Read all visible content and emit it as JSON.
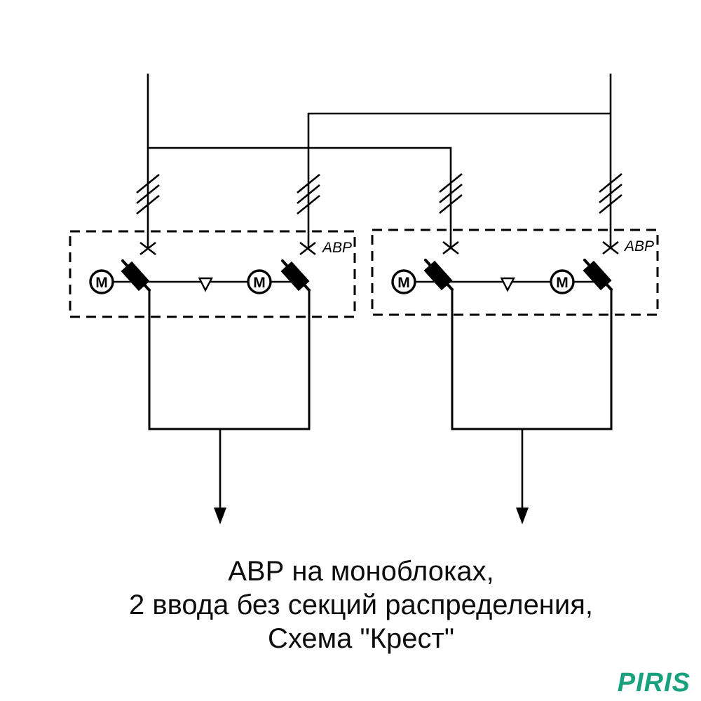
{
  "diagram": {
    "description": "Single-line schematic of automatic transfer switch (ABP) on monoblocks, 2 feeds, cross scheme",
    "units": [
      {
        "label": "АВР",
        "motors": [
          "М",
          "М"
        ]
      },
      {
        "label": "АВР",
        "motors": [
          "М",
          "М"
        ]
      }
    ],
    "icons": {
      "motor_drive": "circled-M",
      "breaker": "filled-diagonal-rect-on-blade",
      "contact": "x-cross",
      "line_break": "triple-slash",
      "section_tap": "open-down-triangle",
      "load_feeder": "down-arrow"
    }
  },
  "caption": {
    "line1": "АВР на моноблоках,",
    "line2": "2 ввода без секций распределения,",
    "line3": "Схема \"Крест\""
  },
  "logo": {
    "text": "PIRIS",
    "color": "#18A17C"
  },
  "colors": {
    "line": "#000000",
    "background": "#FFFFFF"
  }
}
